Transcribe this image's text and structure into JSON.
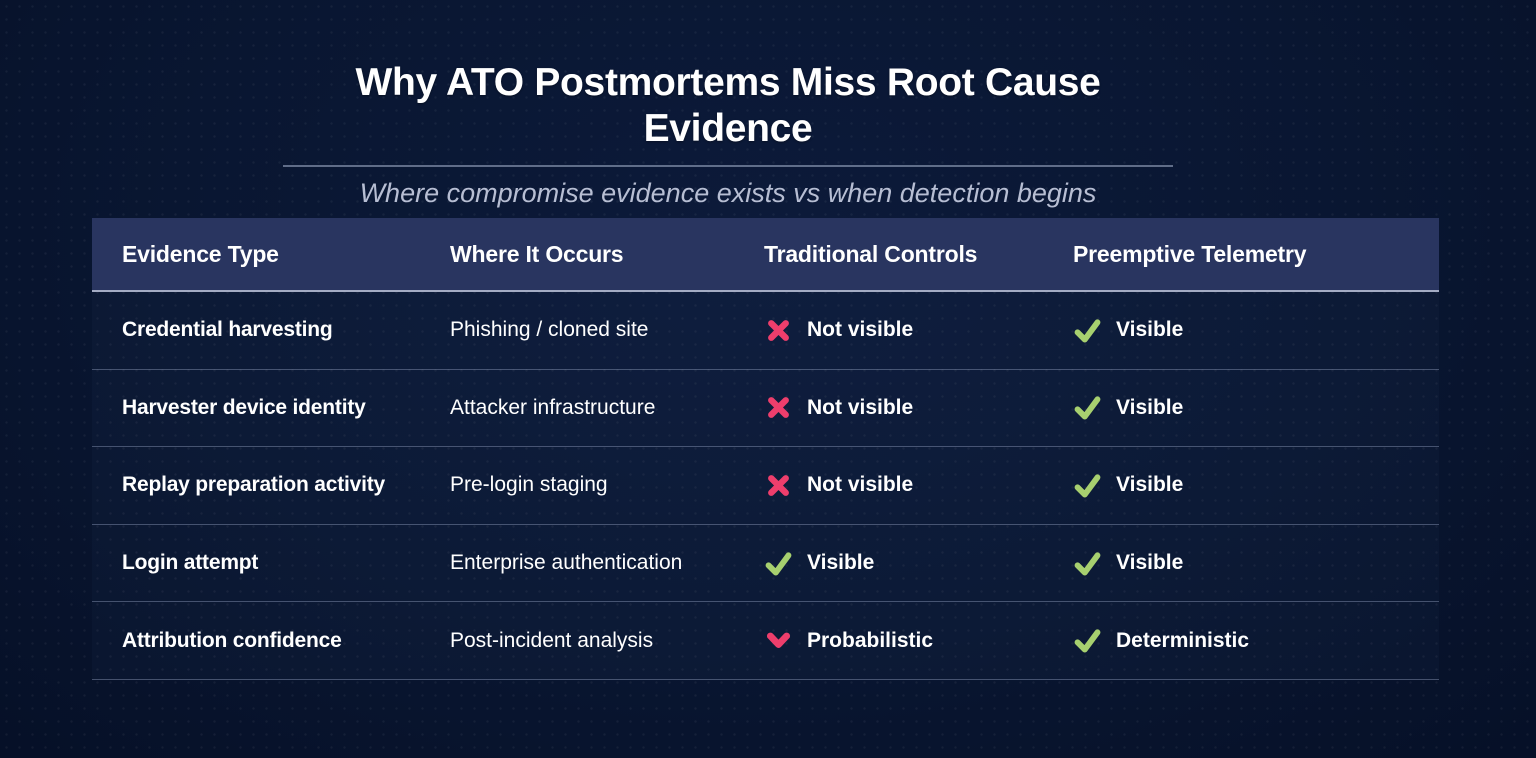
{
  "chart_data": {
    "type": "table",
    "title": "Why ATO Postmortems Miss Root Cause Evidence",
    "subtitle": "Where compromise evidence exists vs when detection begins",
    "columns": [
      "Evidence Type",
      "Where It Occurs",
      "Traditional Controls",
      "Preemptive Telemetry"
    ],
    "rows": [
      {
        "evidence_type": "Credential harvesting",
        "where_it_occurs": "Phishing / cloned site",
        "traditional_controls": {
          "icon": "x-icon",
          "label": "Not visible"
        },
        "preemptive_telemetry": {
          "icon": "check-icon",
          "label": "Visible"
        }
      },
      {
        "evidence_type": "Harvester device identity",
        "where_it_occurs": "Attacker infrastructure",
        "traditional_controls": {
          "icon": "x-icon",
          "label": "Not visible"
        },
        "preemptive_telemetry": {
          "icon": "check-icon",
          "label": "Visible"
        }
      },
      {
        "evidence_type": "Replay preparation activity",
        "where_it_occurs": "Pre-login staging",
        "traditional_controls": {
          "icon": "x-icon",
          "label": "Not visible"
        },
        "preemptive_telemetry": {
          "icon": "check-icon",
          "label": "Visible"
        }
      },
      {
        "evidence_type": "Login attempt",
        "where_it_occurs": "Enterprise authentication",
        "traditional_controls": {
          "icon": "check-icon",
          "label": "Visible"
        },
        "preemptive_telemetry": {
          "icon": "check-icon",
          "label": "Visible"
        }
      },
      {
        "evidence_type": "Attribution confidence",
        "where_it_occurs": "Post-incident analysis",
        "traditional_controls": {
          "icon": "chevron-down-icon",
          "label": "Probabilistic"
        },
        "preemptive_telemetry": {
          "icon": "check-icon",
          "label": "Deterministic"
        }
      }
    ],
    "legend_position": "none",
    "grid": "horizontal-row-dividers"
  },
  "colors": {
    "background": "#091631",
    "bg_light": "#0c1a3a",
    "header_bg": "#293560",
    "positive": "#a7d06f",
    "negative": "#ee3e6c",
    "subtitle_text": "#b7bed3"
  }
}
